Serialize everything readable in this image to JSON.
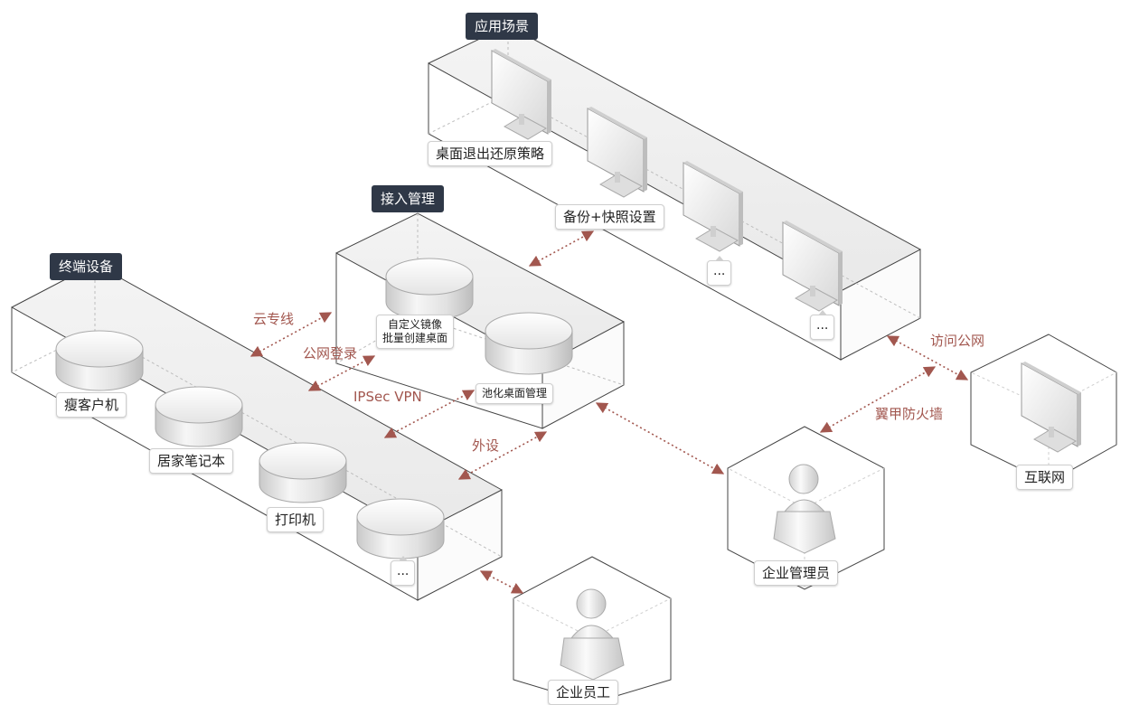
{
  "groups": {
    "app_scene": "应用场景",
    "access_mgmt": "接入管理",
    "terminal": "终端设备"
  },
  "app_labels": {
    "desktop_restore": "桌面退出还原策略",
    "backup_snapshot": "备份+快照设置",
    "more1": "...",
    "more2": "..."
  },
  "access_labels": {
    "custom_image_line1": "自定义镜像",
    "custom_image_line2": "批量创建桌面",
    "pooled_desktop": "池化桌面管理"
  },
  "terminal_labels": {
    "thin_client": "瘦客户机",
    "home_laptop": "居家笔记本",
    "printer": "打印机",
    "more": "..."
  },
  "connections": {
    "cloud_line": "云专线",
    "public_login": "公网登录",
    "ipsec_vpn": "IPSec VPN",
    "peripheral": "外设",
    "internet_access": "访问公网",
    "firewall": "翼甲防火墙"
  },
  "nodes": {
    "internet": "互联网",
    "enterprise_admin": "企业管理员",
    "enterprise_employee": "企业员工"
  },
  "colors": {
    "connector": "#a2574f",
    "tag_bg": "#2f3847",
    "outline": "#333333"
  }
}
